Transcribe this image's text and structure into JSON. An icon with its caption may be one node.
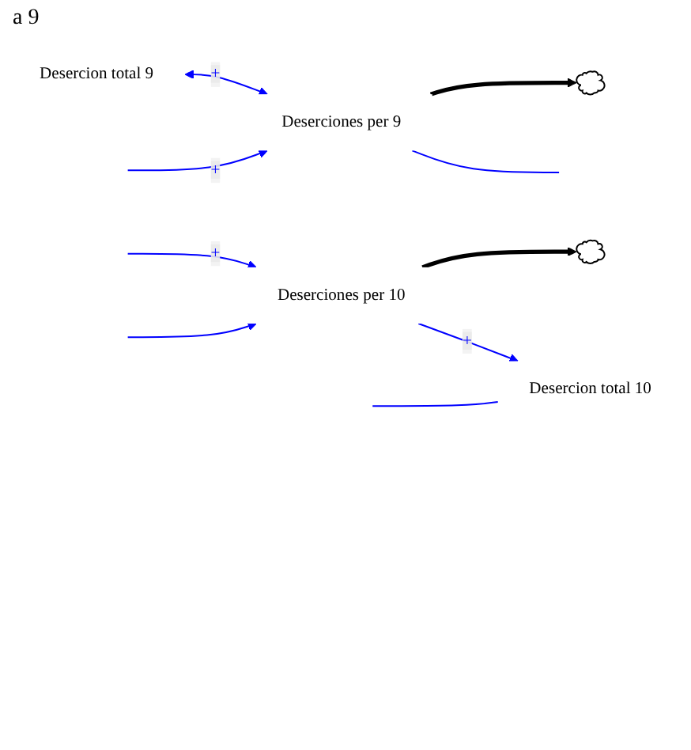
{
  "diagram": {
    "nodes": [
      {
        "text": [
          "Desercion total 9"
        ]
      },
      {
        "text": [
          "Deserciones per 9"
        ]
      },
      {
        "text": [],
        "shape": "cloud"
      },
      {
        "text": [
          "Deserciones per 10"
        ]
      },
      {
        "text": [],
        "shape": "cloud"
      },
      {
        "text": [
          "Desercion total 10"
        ]
      }
    ],
    "edges": [
      {
        "from": 1,
        "to": 2,
        "arrow": "to",
        "style": "thick",
        "color": "#000000"
      },
      {
        "from": 0,
        "to": 1,
        "arrow": "both",
        "label": "+"
      },
      {
        "from": null,
        "to": 1,
        "arrow": "to",
        "label": "+"
      },
      {
        "from": 1,
        "to": null,
        "arrow": "none"
      },
      {
        "from": 3,
        "to": 4,
        "arrow": "to",
        "style": "thick",
        "color": "#000000"
      },
      {
        "from": null,
        "to": 3,
        "arrow": "to",
        "label": "+"
      },
      {
        "from": null,
        "to": 3,
        "arrow": "to"
      },
      {
        "from": 3,
        "to": 5,
        "arrow": "to",
        "label": "+"
      },
      {
        "from": null,
        "to": 5,
        "arrow": "none"
      }
    ],
    "labels": [
      "a 9"
    ]
  }
}
